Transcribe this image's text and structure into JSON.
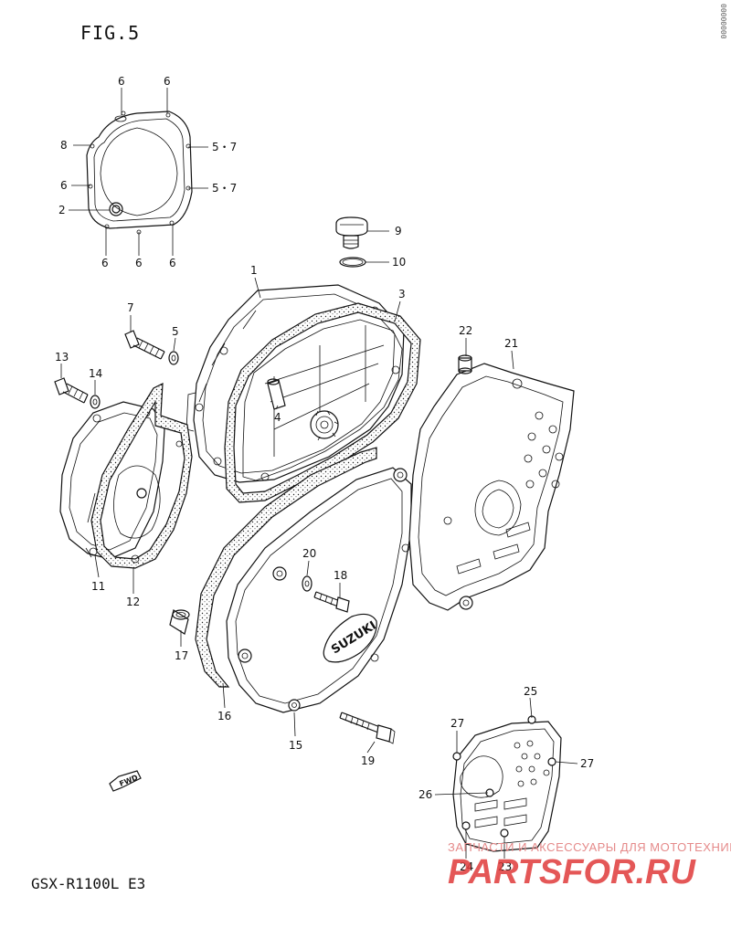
{
  "figure": {
    "title": "FIG.5",
    "model": "GSX-R1100L E3",
    "corner_mark": "00000000"
  },
  "cover_logo": "SUZUKI",
  "fwd_label": "FWD",
  "watermark": {
    "text": "ЗАПЧАСТИ И АКСЕССУАРЫ ДЛЯ МОТОТЕХНИКИ",
    "logo": "PARTSFOR.RU"
  },
  "callouts": {
    "c1": "1",
    "c2": "2",
    "c3": "3",
    "c4": "4",
    "c5": "5",
    "c5_7a": "5・7",
    "c5_7b": "5・7",
    "c6a": "6",
    "c6b": "6",
    "c6c": "6",
    "c6d": "6",
    "c6e": "6",
    "c6f": "6",
    "c7": "7",
    "c8": "8",
    "c9": "9",
    "c10": "10",
    "c11": "11",
    "c12": "12",
    "c13": "13",
    "c14": "14",
    "c15": "15",
    "c16": "16",
    "c17": "17",
    "c18": "18",
    "c19": "19",
    "c20": "20",
    "c21": "21",
    "c22": "22",
    "c23": "23",
    "c24": "24",
    "c25": "25",
    "c26": "26",
    "c27a": "27",
    "c27b": "27"
  }
}
